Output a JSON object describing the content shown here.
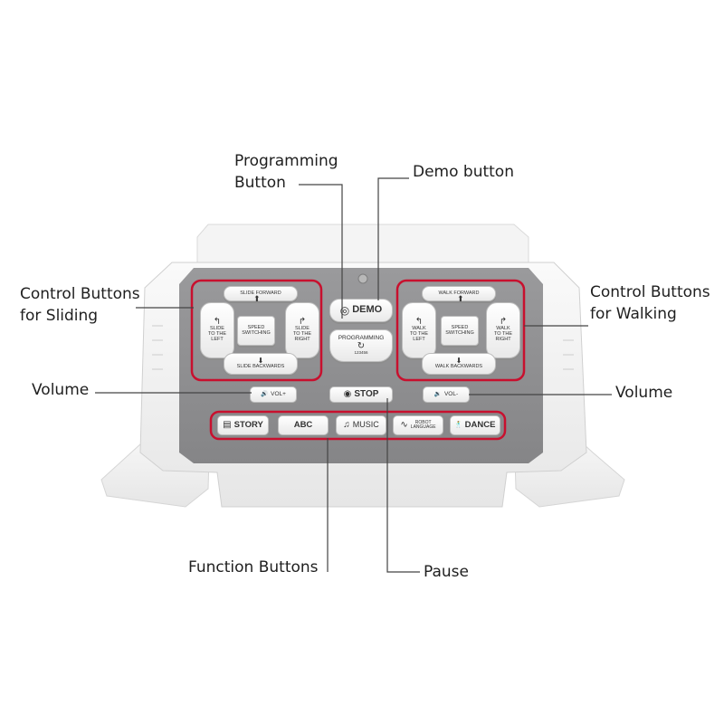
{
  "annotations": {
    "programming_button": [
      "Programming",
      "Button"
    ],
    "demo_button": "Demo button",
    "sliding_controls": [
      "Control Buttons",
      "for Sliding"
    ],
    "walking_controls": [
      "Control Buttons",
      "for Walking"
    ],
    "volume_left": "Volume",
    "volume_right": "Volume",
    "function_buttons": "Function Buttons",
    "pause": "Pause"
  },
  "remote": {
    "sliding": {
      "forward": "SLIDE FORWARD",
      "left": "SLIDE\nTO THE\nLEFT",
      "speed": "SPEED\nSWITCHING",
      "right": "SLIDE\nTO THE\nRIGHT",
      "backwards": "SLIDE BACKWARDS"
    },
    "walking": {
      "forward": "WALK FORWARD",
      "left": "WALK\nTO THE\nLEFT",
      "speed": "SPEED\nSWITCHING",
      "right": "WALK\nTO THE\nRIGHT",
      "backwards": "WALK BACKWARDS"
    },
    "demo": "DEMO",
    "programming": "PROGRAMMING",
    "programming_sub": "123456",
    "vol_plus": "VOL+",
    "vol_minus": "VOL-",
    "stop": "STOP",
    "functions": {
      "story": "STORY",
      "abc": "ABC",
      "music": "MUSIC",
      "robot_language": "ROBOT\nLANGUAGE",
      "dance": "DANCE"
    }
  },
  "icons": {
    "arrow_up": "⬆",
    "arrow_down": "⬇",
    "turn_left": "↰",
    "turn_right": "↱",
    "speaker_plus": "🔊",
    "speaker_minus": "🔉",
    "stop": "◉",
    "demo": "◎",
    "loop": "↻",
    "story": "▤",
    "music": "♫",
    "wave": "∿",
    "dance": "🕺"
  },
  "colors": {
    "highlight": "#c8102e",
    "panel": "#8f8f91",
    "body": "#f1f1f1",
    "leader": "#444444"
  }
}
